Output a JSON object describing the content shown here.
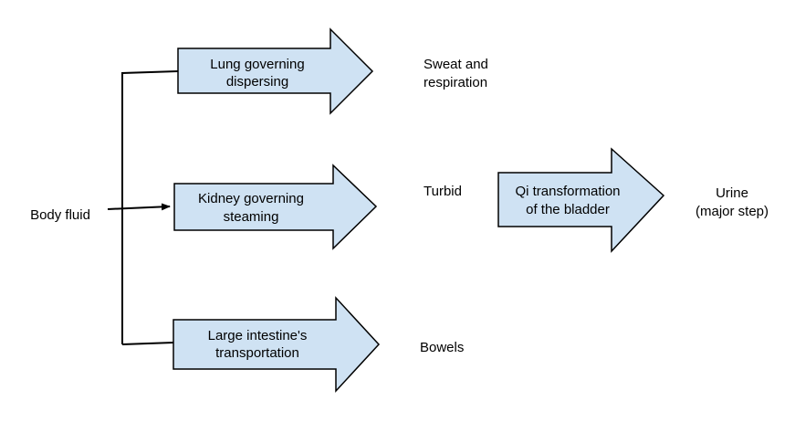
{
  "diagram": {
    "source_label": "Body fluid",
    "process_arrows": [
      {
        "line1": "Lung governing",
        "line2": "dispersing"
      },
      {
        "line1": "Kidney governing",
        "line2": "steaming"
      },
      {
        "line1": "Large intestine's",
        "line2": "transportation"
      },
      {
        "line1": "Qi transformation",
        "line2": "of the bladder"
      }
    ],
    "outputs": [
      {
        "line1": "Sweat and",
        "line2": "respiration"
      },
      {
        "line1": "Turbid",
        "line2": ""
      },
      {
        "line1": "Bowels",
        "line2": ""
      },
      {
        "line1": "Urine",
        "line2": "(major step)"
      }
    ],
    "colors": {
      "arrow_fill": "#cfe2f3",
      "arrow_stroke": "#000000",
      "connector": "#000000"
    }
  }
}
